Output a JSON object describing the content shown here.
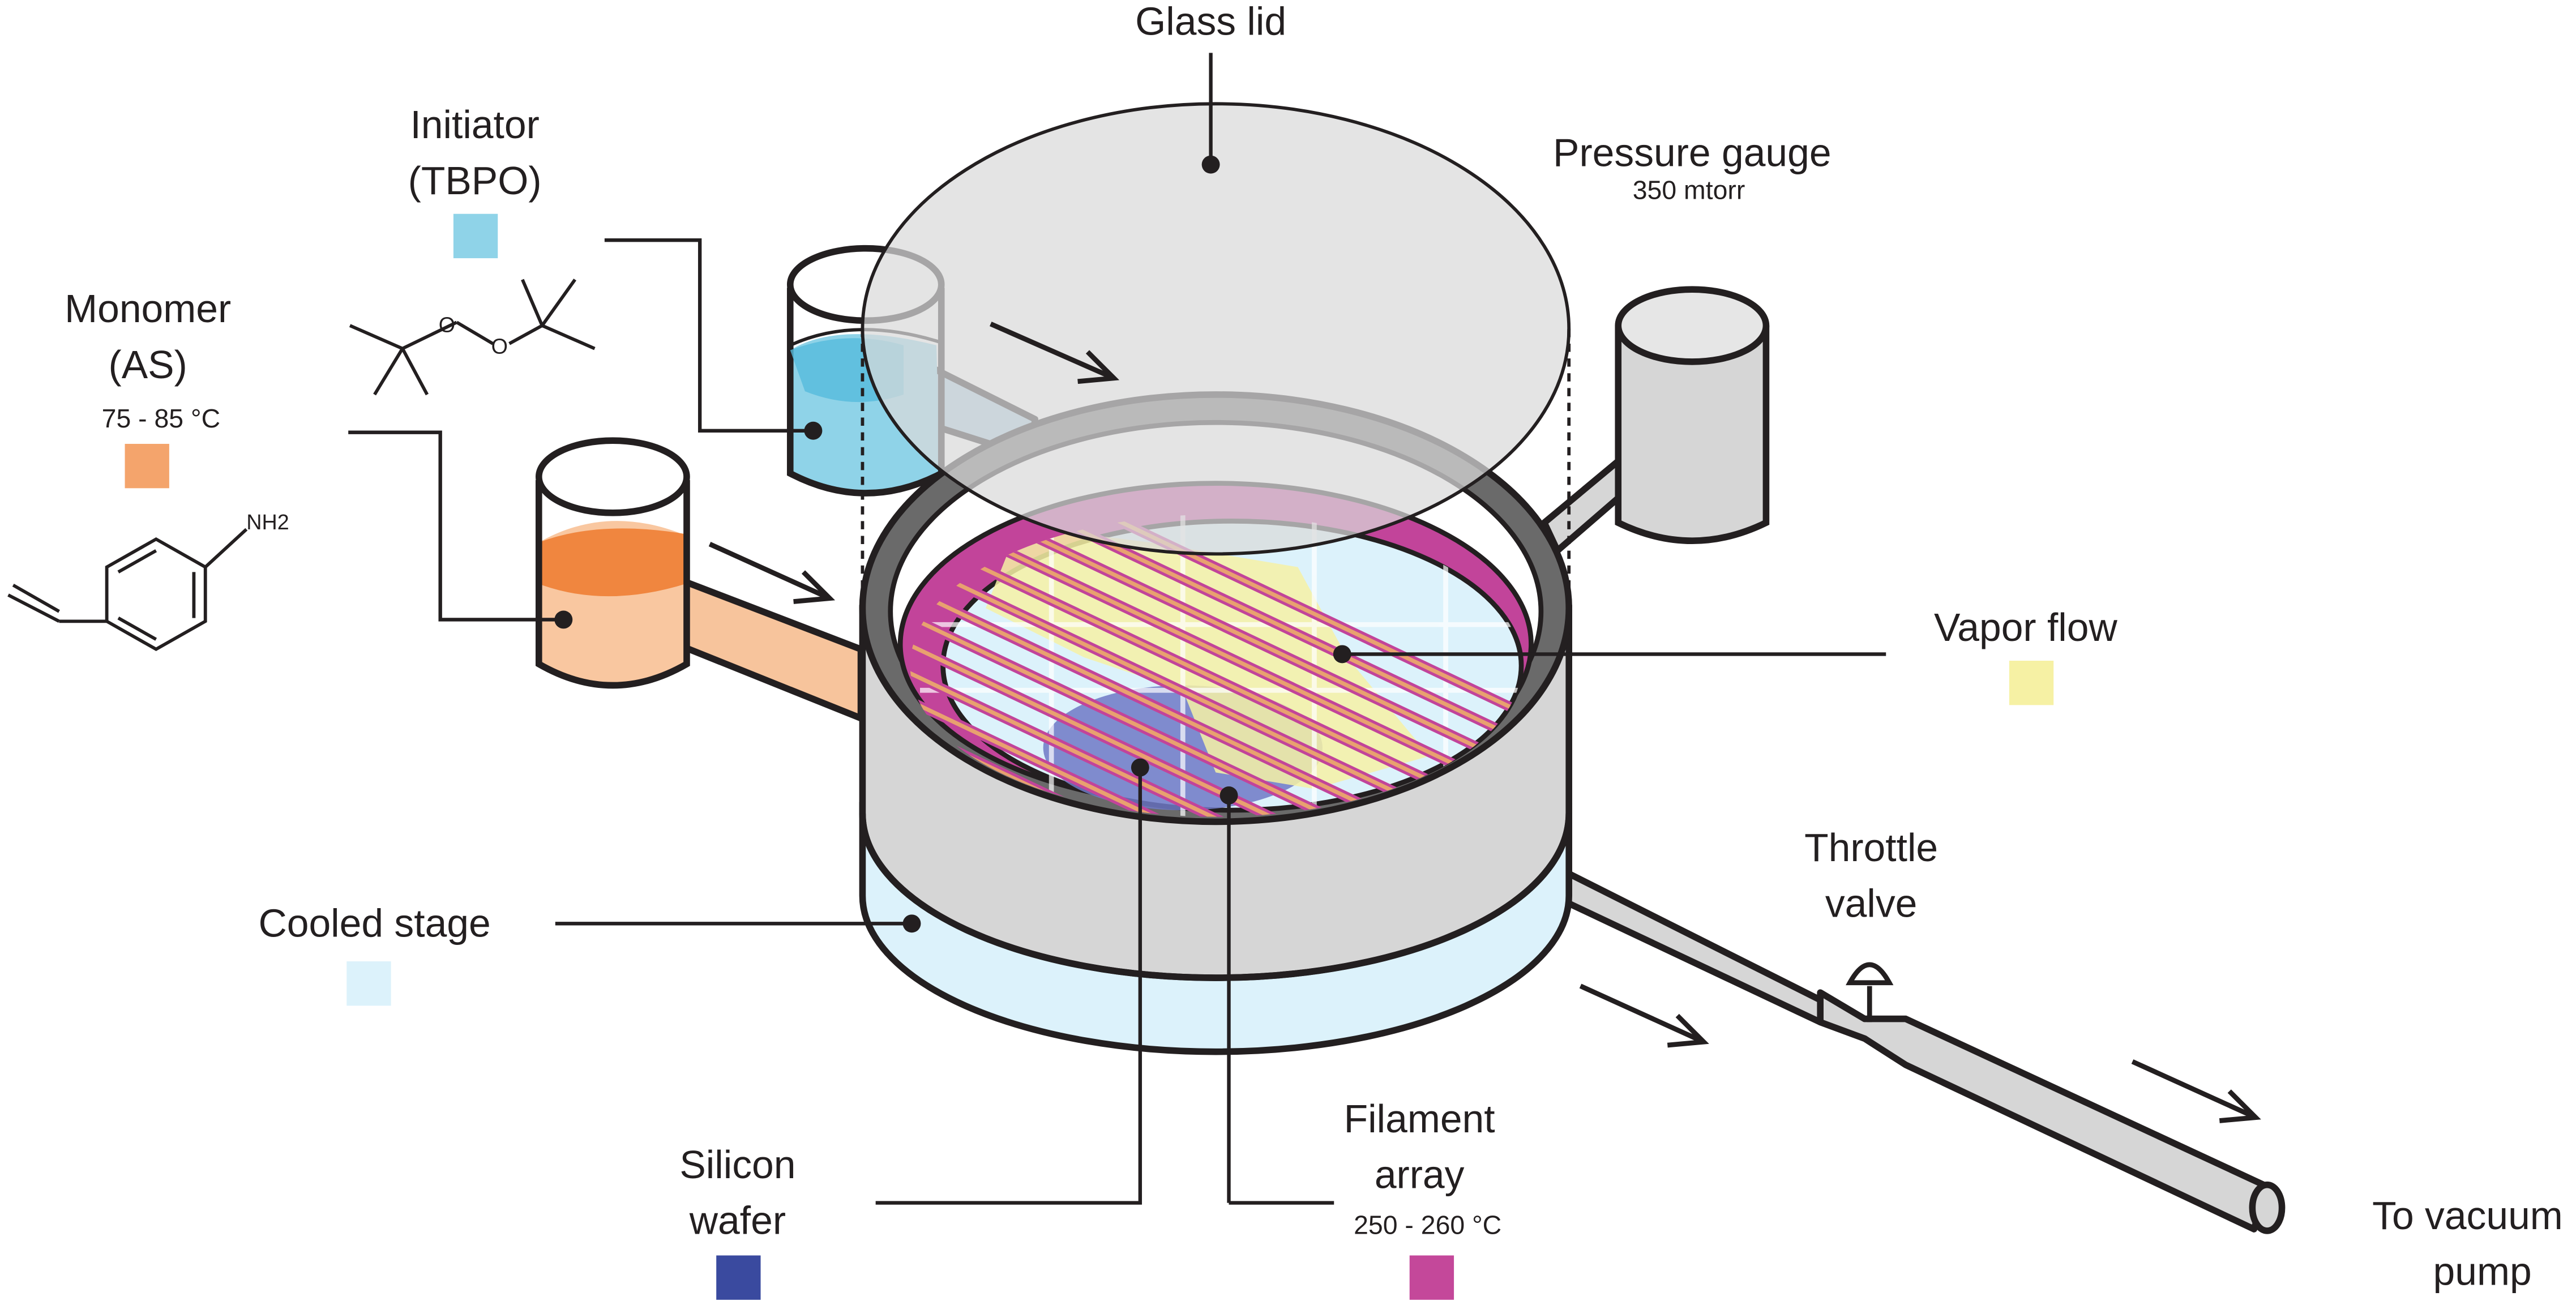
{
  "labels": {
    "glass_lid": "Glass lid",
    "initiator_line1": "Initiator",
    "initiator_line2": "(TBPO)",
    "pressure_gauge": "Pressure gauge",
    "pressure_value": "350 mtorr",
    "monomer_line1": "Monomer",
    "monomer_line2": "(AS)",
    "monomer_temp": "75 - 85 °C",
    "nh2": "NH2",
    "vapor_flow": "Vapor flow",
    "throttle_line1": "Throttle",
    "throttle_line2": "valve",
    "cooled_stage": "Cooled stage",
    "silicon_line1": "Silicon",
    "silicon_line2": "wafer",
    "filament_line1": "Filament",
    "filament_line2": "array",
    "filament_temp": "250 - 260 °C",
    "vacuum_line1": "To vacuum",
    "vacuum_line2": "pump"
  },
  "colors": {
    "initiator": "#8fd3e8",
    "monomer": "#f4a46c",
    "vapor_flow": "#f6f1a4",
    "cooled_stage": "#dcf2fb",
    "silicon_wafer": "#3a4a9f",
    "filament_array": "#c4489a",
    "chamber_gray": "#d9d9d9",
    "filament_ring": "#c2449a",
    "filament_rod": "#e8a16f"
  }
}
